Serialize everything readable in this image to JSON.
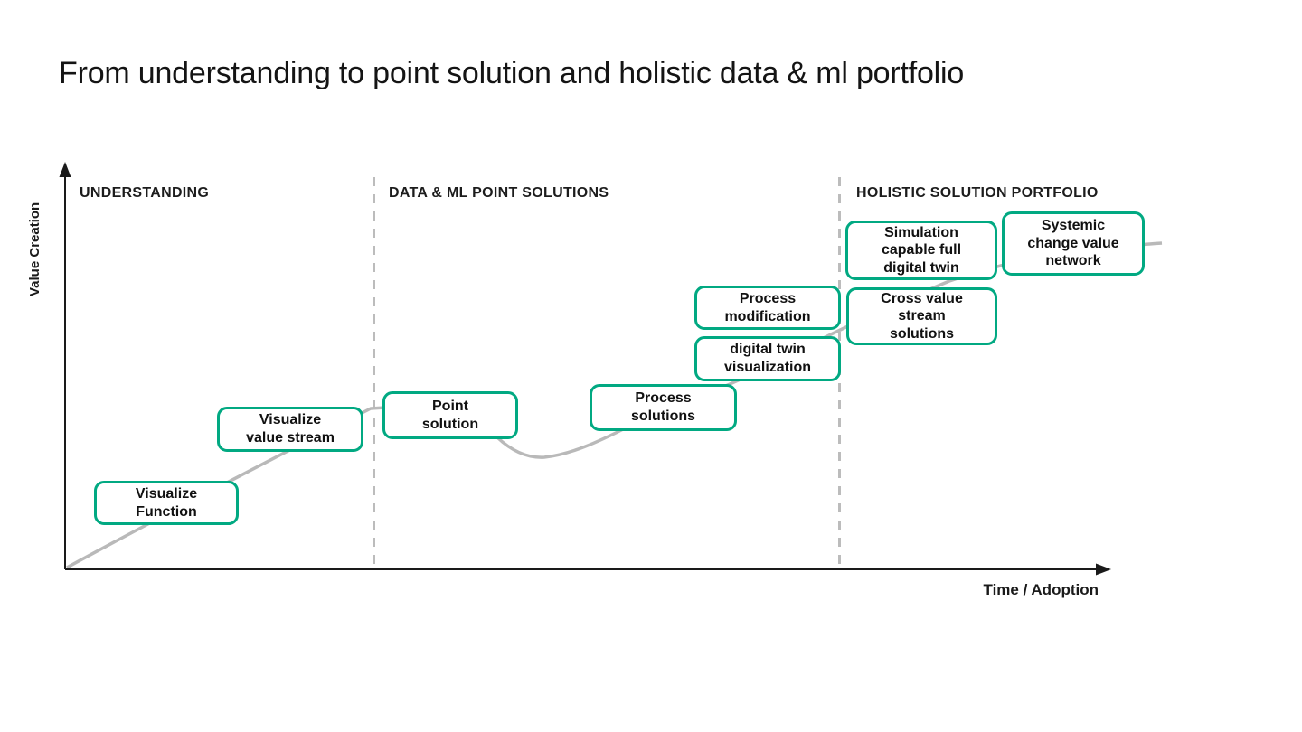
{
  "slide": {
    "title": "From understanding to point solution and holistic data & ml portfolio"
  },
  "axes": {
    "y_label": "Value Creation",
    "x_label": "Time / Adoption"
  },
  "phases": [
    {
      "label": "UNDERSTANDING"
    },
    {
      "label": "DATA & ML POINT SOLUTIONS"
    },
    {
      "label": "HOLISTIC SOLUTION PORTFOLIO"
    }
  ],
  "boxes": [
    {
      "label": "Visualize\nFunction"
    },
    {
      "label": "Visualize\nvalue stream"
    },
    {
      "label": "Point\nsolution"
    },
    {
      "label": "Process\nsolutions"
    },
    {
      "label": "digital twin\nvisualization"
    },
    {
      "label": "Process\nmodification"
    },
    {
      "label": "Cross value\nstream\nsolutions"
    },
    {
      "label": "Simulation\ncapable full\ndigital twin"
    },
    {
      "label": "Systemic\nchange value\nnetwork"
    }
  ],
  "colors": {
    "box_border": "#01a982",
    "curve": "#b9b9b9",
    "dashed_divider": "#bcbcbc",
    "axis": "#1a1a1a",
    "text": "#1a1a1a"
  }
}
